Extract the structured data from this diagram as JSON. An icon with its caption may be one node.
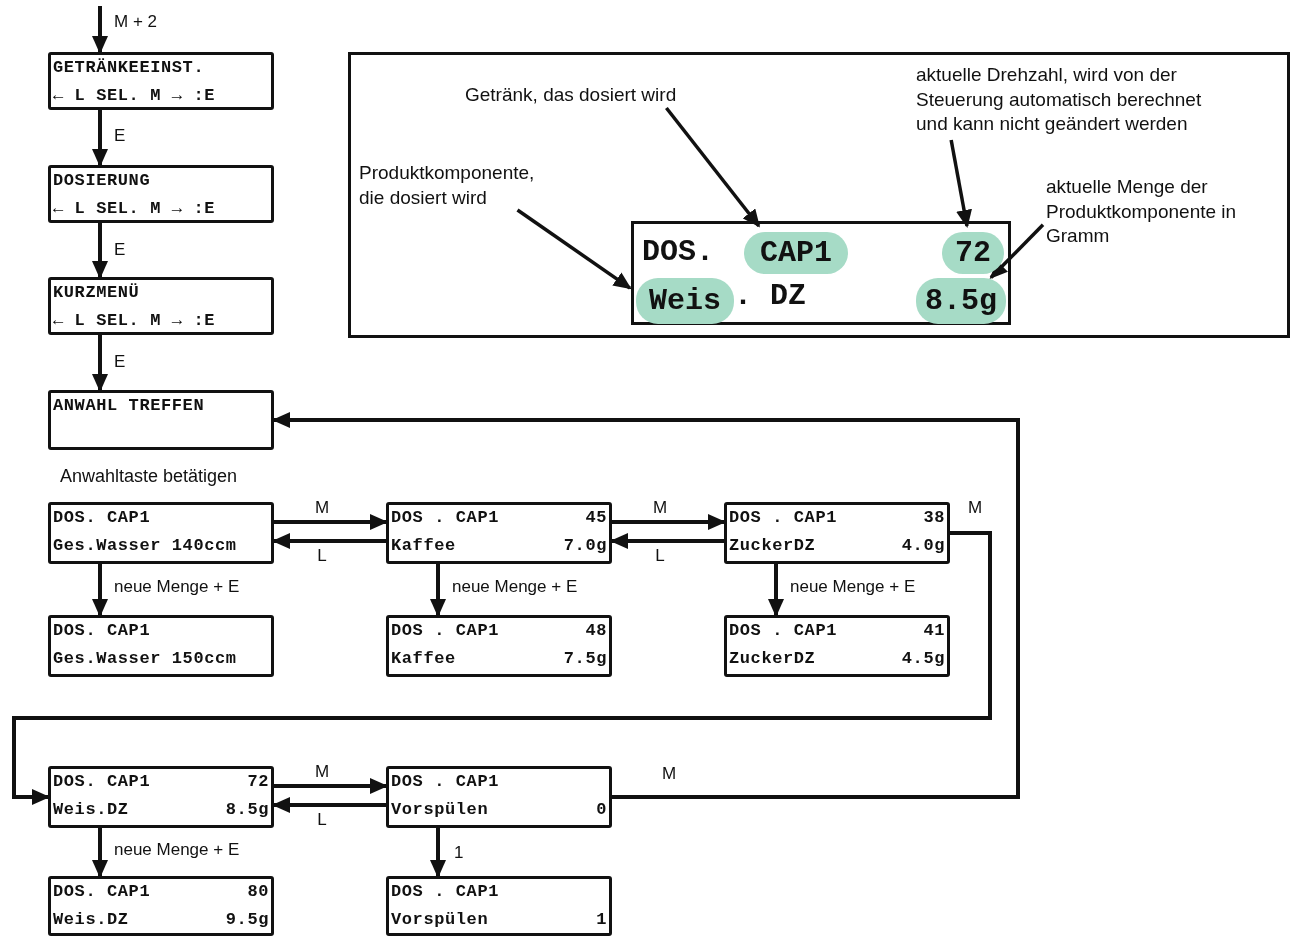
{
  "diagram": {
    "nodes": [
      {
        "text": [
          "GETRÄNKEEINST.",
          "← L SEL. M → :E"
        ]
      },
      {
        "text": [
          "DOSIERUNG",
          "← L SEL. M → :E"
        ]
      },
      {
        "text": [
          "KURZMENÜ",
          "← L SEL. M → :E"
        ]
      },
      {
        "text": [
          "ANWAHL TREFFEN"
        ]
      },
      {
        "text": [],
        "shape": "box"
      },
      {
        "text": [
          "Getränk, das dosiert wird"
        ],
        "in": 4
      },
      {
        "text": [
          "aktuelle Drehzahl, wird von der Steuerung automatisch berechnet und kann nicht geändert werden"
        ],
        "in": 4
      },
      {
        "text": [
          "Produktkomponente, die dosiert wird"
        ],
        "in": 4
      },
      {
        "text": [
          "aktuelle Menge der Produktkomponente in Gramm"
        ],
        "in": 4
      },
      {
        "text": [
          "DOS.",
          ". DZ"
        ],
        "in": 4
      },
      {
        "text": [
          "CAP1"
        ],
        "in": 9
      },
      {
        "text": [
          "72"
        ],
        "in": 9
      },
      {
        "text": [
          "Weis"
        ],
        "in": 9
      },
      {
        "text": [
          "8.5g"
        ],
        "in": 9
      },
      {
        "text": [
          "DOS. CAP1",
          "Ges.Wasser 140ccm"
        ]
      },
      {
        "text": [
          "DOS . CAP1",
          "45",
          "Kaffee",
          "7.0g"
        ]
      },
      {
        "text": [
          "DOS . CAP1",
          "38",
          "ZuckerDZ",
          "4.0g"
        ]
      },
      {
        "text": [
          "DOS. CAP1",
          "Ges.Wasser 150ccm"
        ]
      },
      {
        "text": [
          "DOS . CAP1",
          "48",
          "Kaffee",
          "7.5g"
        ]
      },
      {
        "text": [
          "DOS . CAP1",
          "41",
          "ZuckerDZ",
          "4.5g"
        ]
      },
      {
        "text": [
          "DOS. CAP1",
          "72",
          "Weis.DZ",
          "8.5g"
        ]
      },
      {
        "text": [
          "DOS . CAP1",
          "Vorspülen",
          "0"
        ]
      },
      {
        "text": [
          "DOS. CAP1",
          "80",
          "Weis.DZ",
          "9.5g"
        ]
      },
      {
        "text": [
          "DOS . CAP1",
          "Vorspülen",
          "1"
        ]
      }
    ],
    "edges": [
      {
        "from": null,
        "to": 0,
        "arrow": "to",
        "label": "M + 2"
      },
      {
        "from": 0,
        "to": 1,
        "arrow": "to",
        "label": "E"
      },
      {
        "from": 1,
        "to": 2,
        "arrow": "to",
        "label": "E"
      },
      {
        "from": 2,
        "to": 3,
        "arrow": "to",
        "label": "E"
      },
      {
        "from": 14,
        "to": 15,
        "arrow": "to",
        "label": "M"
      },
      {
        "from": 15,
        "to": 14,
        "arrow": "to",
        "label": "L"
      },
      {
        "from": 15,
        "to": 16,
        "arrow": "to",
        "label": "M"
      },
      {
        "from": 16,
        "to": 15,
        "arrow": "to",
        "label": "L"
      },
      {
        "from": 14,
        "to": 17,
        "arrow": "to",
        "label": "neue Menge + E"
      },
      {
        "from": 15,
        "to": 18,
        "arrow": "to",
        "label": "neue Menge + E"
      },
      {
        "from": 16,
        "to": 19,
        "arrow": "to",
        "label": "neue Menge + E"
      },
      {
        "from": 16,
        "to": 20,
        "arrow": "to",
        "label": "M"
      },
      {
        "from": 20,
        "to": 21,
        "arrow": "to",
        "label": "M"
      },
      {
        "from": 21,
        "to": 20,
        "arrow": "to",
        "label": "L"
      },
      {
        "from": 20,
        "to": 22,
        "arrow": "to",
        "label": "neue Menge + E"
      },
      {
        "from": 21,
        "to": 23,
        "arrow": "to",
        "label": "1"
      },
      {
        "from": 21,
        "to": 3,
        "arrow": "to",
        "label": "M"
      },
      {
        "from": 7,
        "to": 12,
        "arrow": "to"
      },
      {
        "from": 5,
        "to": 10,
        "arrow": "to"
      },
      {
        "from": 6,
        "to": 11,
        "arrow": "to"
      },
      {
        "from": 8,
        "to": 13,
        "arrow": "to"
      }
    ],
    "labels": [
      "Anwahltaste betätigen"
    ]
  }
}
